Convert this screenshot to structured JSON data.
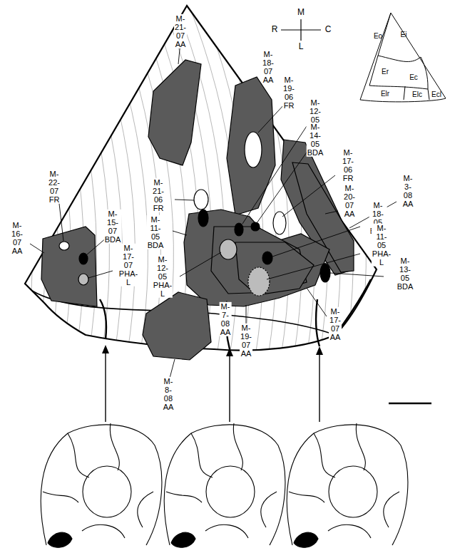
{
  "diagram": {
    "labels": [
      "M-21-07 AA",
      "M-18-07 AA",
      "M-19-06 FR",
      "M-12-05 BDA",
      "M-14-05 BDA",
      "M-17-06 FR",
      "M-20-07 AA",
      "M-3-08 AA",
      "M-18-05 BDA",
      "M-11-05 PHA-L",
      "M-13-05 BDA",
      "M-22-07 FR",
      "M-16-07 AA",
      "M-15-07 BDA",
      "M-17-07 PHA-L",
      "M-21-06 FR",
      "M-11-05 BDA",
      "M-12-05 PHA-L",
      "M-7-08 AA",
      "M-19-07 AA",
      "M-17-07 AA",
      "M-8-08 AA",
      "M",
      "R",
      "C",
      "L",
      "Eo",
      "Ei",
      "Er",
      "Ec",
      "Ecl",
      "Elr",
      "Elc"
    ]
  }
}
